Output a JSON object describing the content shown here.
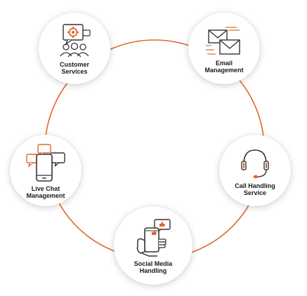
{
  "diagram": {
    "accent_color": "#e2662a",
    "ring_color": "#e2662a",
    "nodes": [
      {
        "label_line1": "Customer",
        "label_line2": "Services",
        "icon": "customer-services-icon"
      },
      {
        "label_line1": "Email",
        "label_line2": "Management",
        "icon": "email-icon"
      },
      {
        "label_line1": "Call Handling",
        "label_line2": "Service",
        "icon": "headset-icon"
      },
      {
        "label_line1": "Live Chat",
        "label_line2": "Management",
        "icon": "live-chat-icon"
      },
      {
        "label_line1": "Social Media",
        "label_line2": "Handling",
        "icon": "social-media-icon"
      }
    ]
  }
}
